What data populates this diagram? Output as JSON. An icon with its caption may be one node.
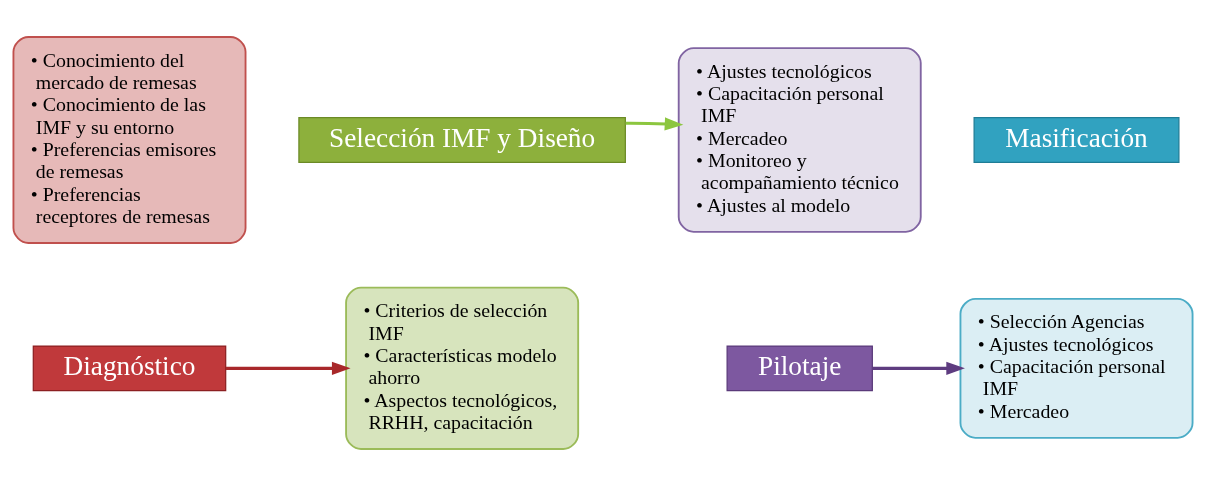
{
  "diagram": {
    "nodes": [
      {
        "text": [
          "• Conocimiento del mercado de remesas",
          "• Conocimiento de las IMF y su entorno",
          "• Preferencias emisores de remesas",
          "• Preferencias receptores de remesas"
        ]
      },
      {
        "text": [
          "Diagnóstico"
        ]
      },
      {
        "text": [
          "Selección IMF y Diseño"
        ]
      },
      {
        "text": [
          "• Criterios de selección IMF",
          "• Características modelo ahorro",
          "• Aspectos tecnológicos, RRHH, capacitación"
        ]
      },
      {
        "text": [
          "• Ajustes tecnológicos",
          "• Capacitación personal IMF",
          "• Mercadeo",
          "• Monitoreo y acompañamiento técnico",
          "• Ajustes al modelo"
        ]
      },
      {
        "text": [
          "Pilotaje"
        ]
      },
      {
        "text": [
          "Masificación"
        ]
      },
      {
        "text": [
          "• Selección Agencias",
          "• Ajustes tecnológicos",
          "• Capacitación personal IMF",
          "• Mercadeo"
        ]
      }
    ],
    "edges": [
      {
        "from": 1,
        "to": 3,
        "arrow": "to",
        "color": "#a8282a"
      },
      {
        "from": 2,
        "to": 4,
        "arrow": "to",
        "color": "#8cc63f"
      },
      {
        "from": 5,
        "to": 7,
        "arrow": "to",
        "color": "#5e3c80"
      }
    ]
  }
}
